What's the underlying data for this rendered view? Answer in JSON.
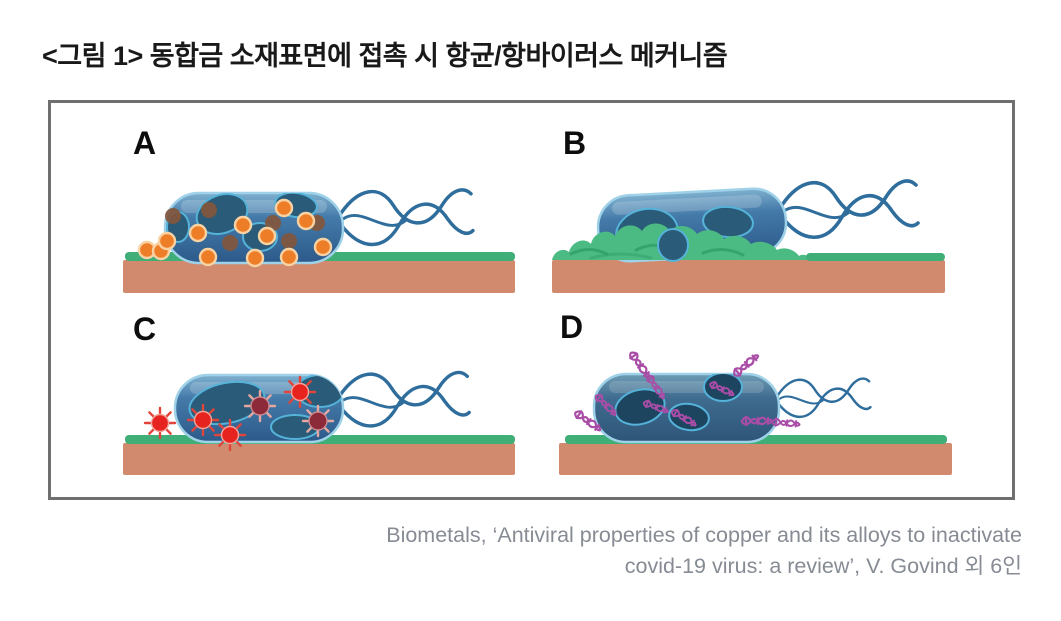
{
  "title": "<그림 1> 동합금 소재표면에 접촉 시 항균/항바이러스 메커니즘",
  "figure": {
    "panels": [
      {
        "label": "A"
      },
      {
        "label": "B"
      },
      {
        "label": "C"
      },
      {
        "label": "D"
      }
    ]
  },
  "caption": {
    "line1": "Biometals, ‘Antiviral properties of copper and its alloys to inactivate",
    "line2": "covid-19 virus: a review’, V. Govind 외 6인"
  },
  "colors": {
    "copper_surface": "#d18a6d",
    "biofilm_green": "#3fae77",
    "membrane_burst_green": "#4cbb83",
    "membrane_burst_shadow": "#2f9e68",
    "bacterium_body_blue": "#3e6f9f",
    "bacterium_outline": "#9fd2e8",
    "nucleoid_dark": "#2a5b79",
    "nucleoid_outline": "#55b2d8",
    "copper_ion_orange": "#ee7d27",
    "particle_brown": "#82563c",
    "ros_red": "#e6231f",
    "ros_dark_red": "#8c2a39",
    "dna_magenta": "#a94da7",
    "flagella_blue": "#2e6d9c",
    "box_border_gray": "#6f6f6f",
    "caption_gray": "#868b94",
    "title_black": "#191919"
  }
}
